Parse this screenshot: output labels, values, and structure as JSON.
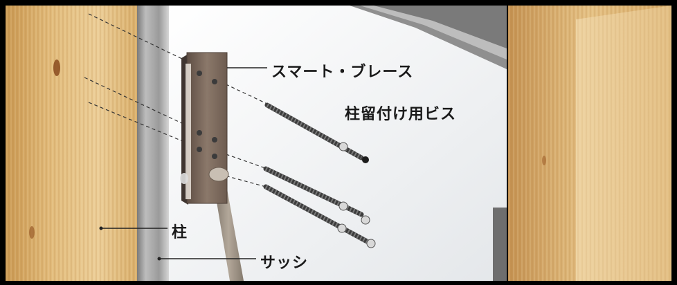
{
  "labels": {
    "brace": "スマート・ブレース",
    "screw": "柱留付け用ビス",
    "pillar": "柱",
    "sash": "サッシ"
  },
  "colors": {
    "frame": "#000000",
    "wood_light": "#e7c487",
    "wood_mid": "#d9ae6a",
    "wood_dark": "#b98a4a",
    "sash": "#9c9c9c",
    "window": "#eef0f2",
    "brace": "#7d6a5c",
    "screw": "#4a4a4a",
    "leader": "#222222"
  }
}
